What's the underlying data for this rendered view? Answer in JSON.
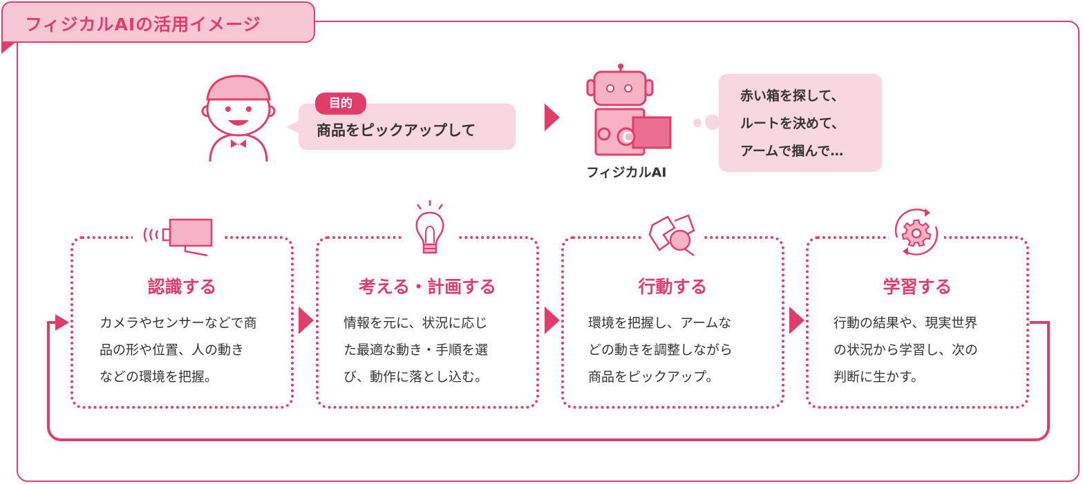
{
  "title": "フィジカルAIの活用イメージ",
  "goal": {
    "badge": "目的",
    "text": "商品をピックアップして"
  },
  "robot": {
    "label": "フィジカルAI"
  },
  "thought": {
    "lines": [
      "赤い箱を探して、",
      "ルートを決めて、",
      "アームで掴んで…"
    ]
  },
  "steps": [
    {
      "title": "認識する",
      "icon": "camera-icon",
      "lines": [
        "カメラやセンサーなどで商",
        "品の形や位置、人の動き",
        "などの環境を把握。"
      ]
    },
    {
      "title": "考える・計画する",
      "icon": "lightbulb-icon",
      "lines": [
        "情報を元に、状況に応じ",
        "た最適な動き・手順を選",
        "び、動作に落とし込む。"
      ]
    },
    {
      "title": "行動する",
      "icon": "robot-arm-icon",
      "lines": [
        "環境を把握し、アームな",
        "どの動きを調整しながら",
        "商品をピックアップ。"
      ]
    },
    {
      "title": "学習する",
      "icon": "gear-cycle-icon",
      "lines": [
        "行動の結果や、現実世界",
        "の状況から学習し、次の",
        "判断に生かす。"
      ]
    }
  ],
  "colors": {
    "accent": "#e23c6a",
    "light_pink": "#f9d7e1",
    "mid_pink": "#f6b3c6"
  }
}
